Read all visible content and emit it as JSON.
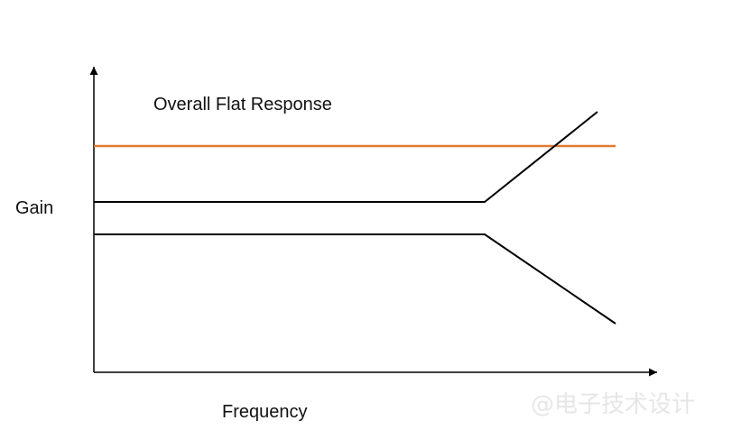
{
  "diagram": {
    "annotation": "Overall Flat Response",
    "ylabel": "Gain",
    "xlabel": "Frequency",
    "watermark": "@电子技术设计"
  },
  "colors": {
    "flat_response": "#E07B2E",
    "curves": "#000000",
    "axes": "#000000"
  },
  "curves": [
    {
      "shape": "flat-then-rising"
    },
    {
      "shape": "flat-then-falling"
    },
    {
      "shape": "flat-overall"
    }
  ]
}
